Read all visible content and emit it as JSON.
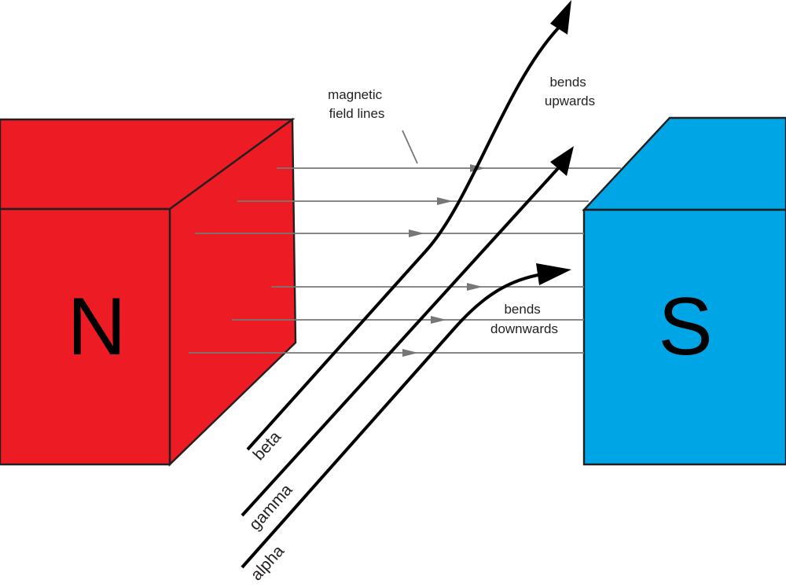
{
  "colors": {
    "north_magnet": "#ed1c24",
    "south_magnet": "#00a5e6",
    "field_line": "#777777",
    "ray": "#000000",
    "text": "#231f20"
  },
  "magnets": {
    "north": {
      "label": "N"
    },
    "south": {
      "label": "S"
    }
  },
  "annotations": {
    "field_lines": [
      "magnetic",
      "field lines"
    ],
    "bends_up": [
      "bends",
      "upwards"
    ],
    "bends_down": [
      "bends",
      "downwards"
    ]
  },
  "rays": {
    "beta": "beta",
    "gamma": "gamma",
    "alpha": "alpha"
  }
}
